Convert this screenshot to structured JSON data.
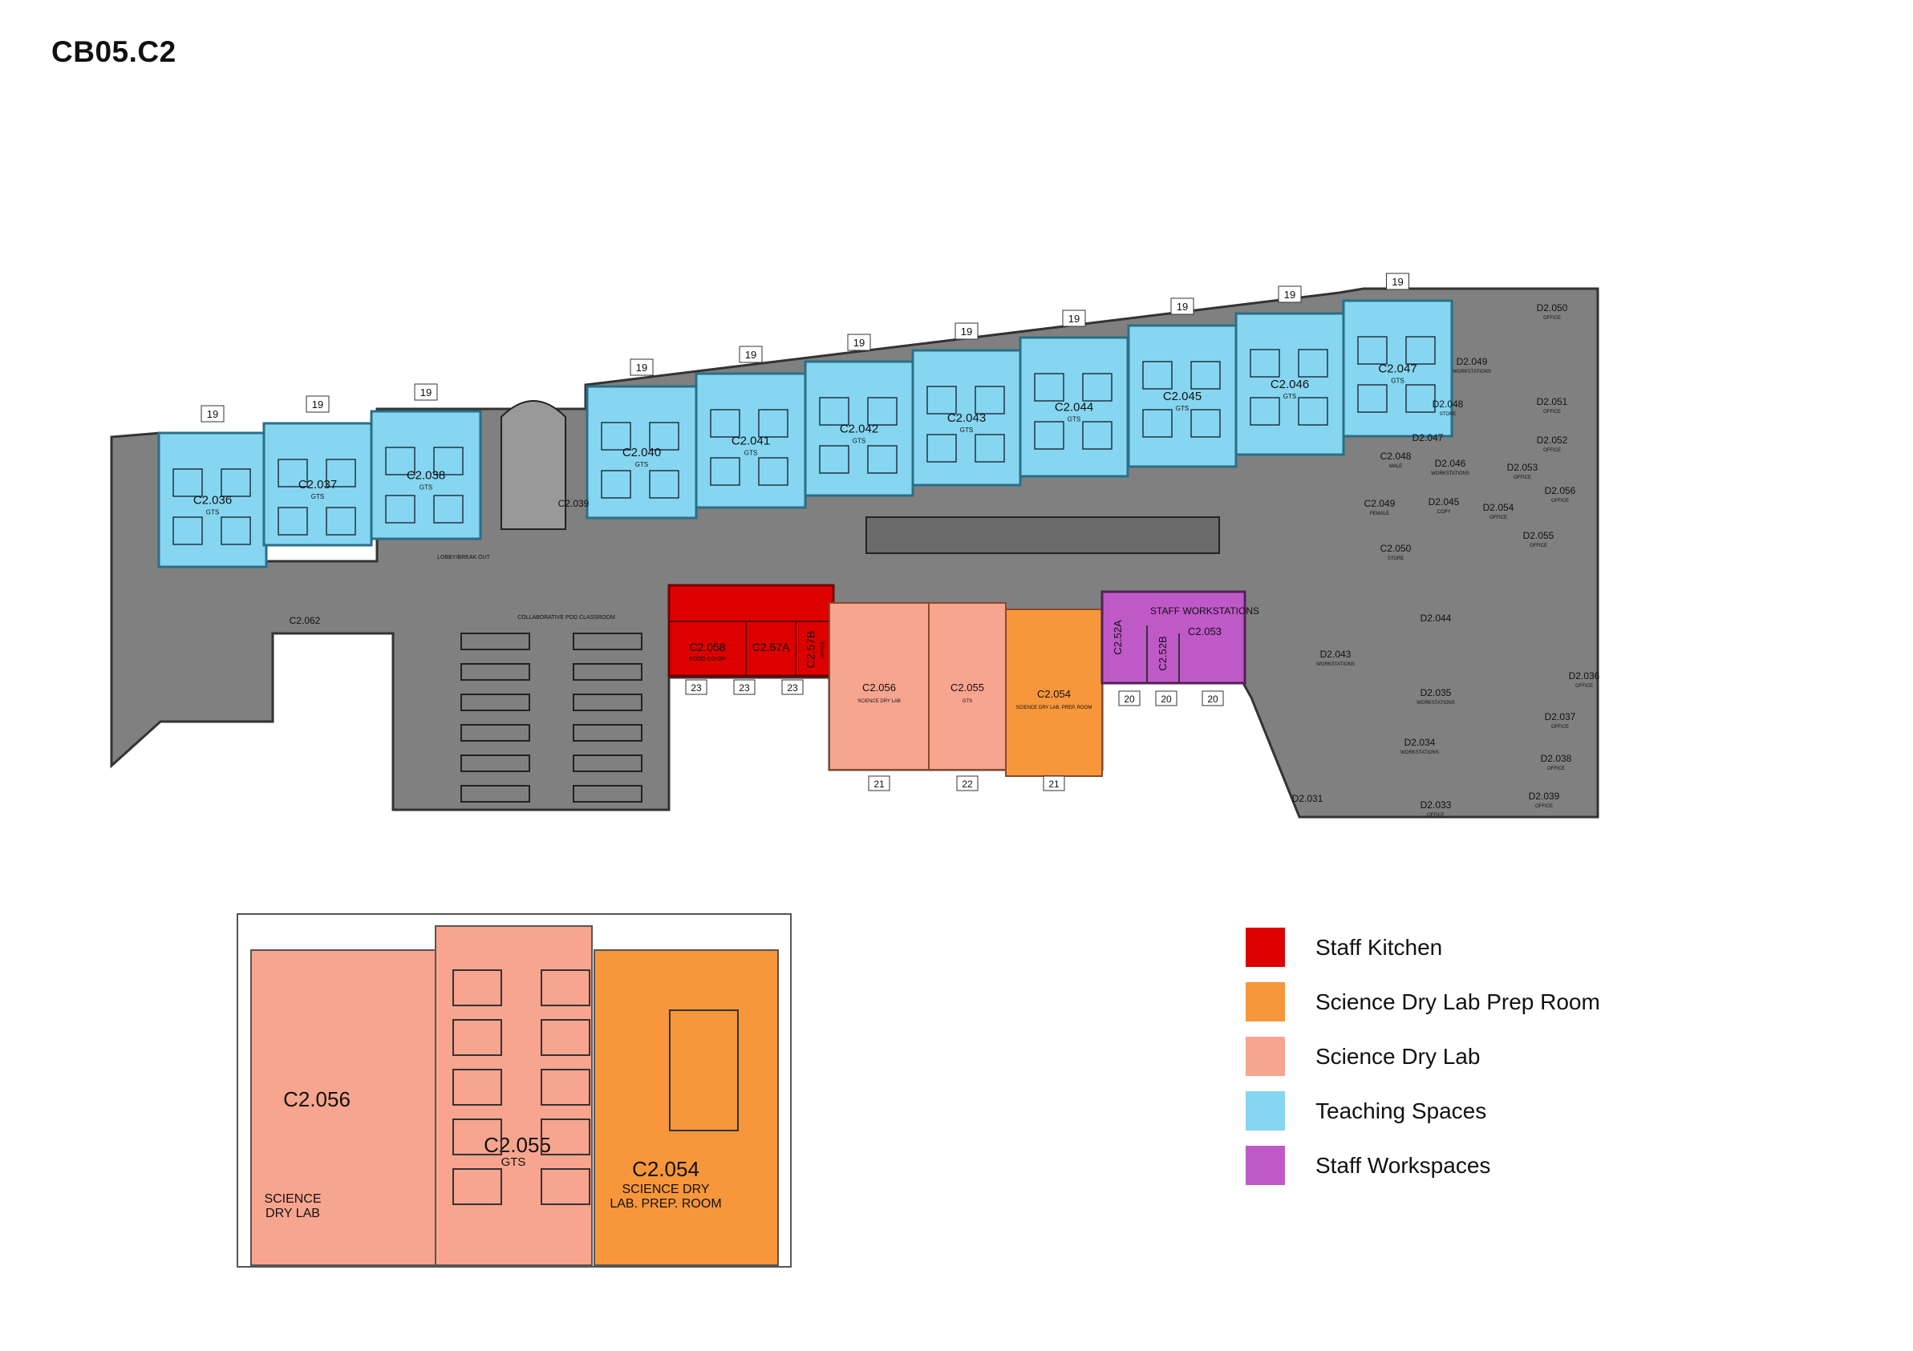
{
  "title": "CB05.C2",
  "legend": [
    {
      "label": "Staff Kitchen",
      "color": "#dd0000"
    },
    {
      "label": "Science Dry Lab Prep Room",
      "color": "#f7963a"
    },
    {
      "label": "Science Dry Lab",
      "color": "#f7a58f"
    },
    {
      "label": "Teaching Spaces",
      "color": "#86d6f1"
    },
    {
      "label": "Staff Workspaces",
      "color": "#bf59c8"
    }
  ],
  "teaching_rooms": [
    {
      "id": "C2.036",
      "sub": "GTS",
      "capacity": "19"
    },
    {
      "id": "C2.037",
      "sub": "GTS",
      "capacity": "19"
    },
    {
      "id": "C2.038",
      "sub": "GTS",
      "capacity": "19"
    },
    {
      "id": "C2.040",
      "sub": "GTS",
      "capacity": "19"
    },
    {
      "id": "C2.041",
      "sub": "GTS",
      "capacity": "19"
    },
    {
      "id": "C2.042",
      "sub": "GTS",
      "capacity": "19"
    },
    {
      "id": "C2.043",
      "sub": "GTS",
      "capacity": "19"
    },
    {
      "id": "C2.044",
      "sub": "GTS",
      "capacity": "19"
    },
    {
      "id": "C2.045",
      "sub": "GTS",
      "capacity": "19"
    },
    {
      "id": "C2.046",
      "sub": "GTS",
      "capacity": "19"
    },
    {
      "id": "C2.047",
      "sub": "GTS",
      "capacity": "19"
    }
  ],
  "kitchen_rooms": [
    {
      "id": "C2.058",
      "sub": "FOOD CO-OP",
      "capacity": "23"
    },
    {
      "id": "C2.57A",
      "sub": "",
      "capacity": "23"
    },
    {
      "id": "C2.57B",
      "sub": "OFFICE",
      "capacity": "23"
    }
  ],
  "lab_rooms": [
    {
      "id": "C2.056",
      "sub": "SCIENCE DRY LAB",
      "capacity": "21"
    },
    {
      "id": "C2.055",
      "sub": "GTS",
      "capacity": "22"
    },
    {
      "id": "C2.054",
      "sub": "SCIENCE DRY LAB. PREP. ROOM",
      "capacity": "21"
    }
  ],
  "staff_rooms": [
    {
      "id": "C2.52A",
      "sub": "",
      "capacity": "20"
    },
    {
      "id": "C2.52B",
      "sub": "",
      "capacity": "20"
    },
    {
      "id": "C2.053",
      "sub": "STAFF WORKSTATIONS",
      "capacity": "20"
    }
  ],
  "other_labels": [
    {
      "id": "C2.039",
      "sub": ""
    },
    {
      "id": "C2.062",
      "sub": ""
    },
    {
      "id": "",
      "sub": "LOBBY/BREAK OUT"
    },
    {
      "id": "",
      "sub": "COLLABORATIVE POD CLASSROOM"
    },
    {
      "id": "C2.048",
      "sub": "MALE"
    },
    {
      "id": "C2.049",
      "sub": "FEMALE"
    },
    {
      "id": "C2.050",
      "sub": "STORE"
    },
    {
      "id": "D2.050",
      "sub": "OFFICE"
    },
    {
      "id": "D2.049",
      "sub": "WORKSTATIONS"
    },
    {
      "id": "D2.048",
      "sub": "STORE"
    },
    {
      "id": "D2.047",
      "sub": ""
    },
    {
      "id": "D2.046",
      "sub": "WORKSTATIONS"
    },
    {
      "id": "D2.045",
      "sub": "COPY"
    },
    {
      "id": "D2.051",
      "sub": "OFFICE"
    },
    {
      "id": "D2.052",
      "sub": "OFFICE"
    },
    {
      "id": "D2.053",
      "sub": "OFFICE"
    },
    {
      "id": "D2.054",
      "sub": "OFFICE"
    },
    {
      "id": "D2.055",
      "sub": "OFFICE"
    },
    {
      "id": "D2.056",
      "sub": "OFFICE"
    },
    {
      "id": "D2.044",
      "sub": ""
    },
    {
      "id": "D2.043",
      "sub": "WORKSTATIONS"
    },
    {
      "id": "D2.035",
      "sub": "WORKSTATIONS"
    },
    {
      "id": "D2.034",
      "sub": "WORKSTATIONS"
    },
    {
      "id": "D2.036",
      "sub": "OFFICE"
    },
    {
      "id": "D2.037",
      "sub": "OFFICE"
    },
    {
      "id": "D2.038",
      "sub": "OFFICE"
    },
    {
      "id": "D2.039",
      "sub": "OFFICE"
    },
    {
      "id": "D2.031",
      "sub": ""
    },
    {
      "id": "D2.033",
      "sub": "OFFICE"
    }
  ],
  "inset_rooms": [
    {
      "id": "C2.056",
      "sub": "SCIENCE DRY LAB"
    },
    {
      "id": "C2.055",
      "sub": "GTS"
    },
    {
      "id": "C2.054",
      "sub": "SCIENCE DRY LAB. PREP. ROOM"
    }
  ]
}
